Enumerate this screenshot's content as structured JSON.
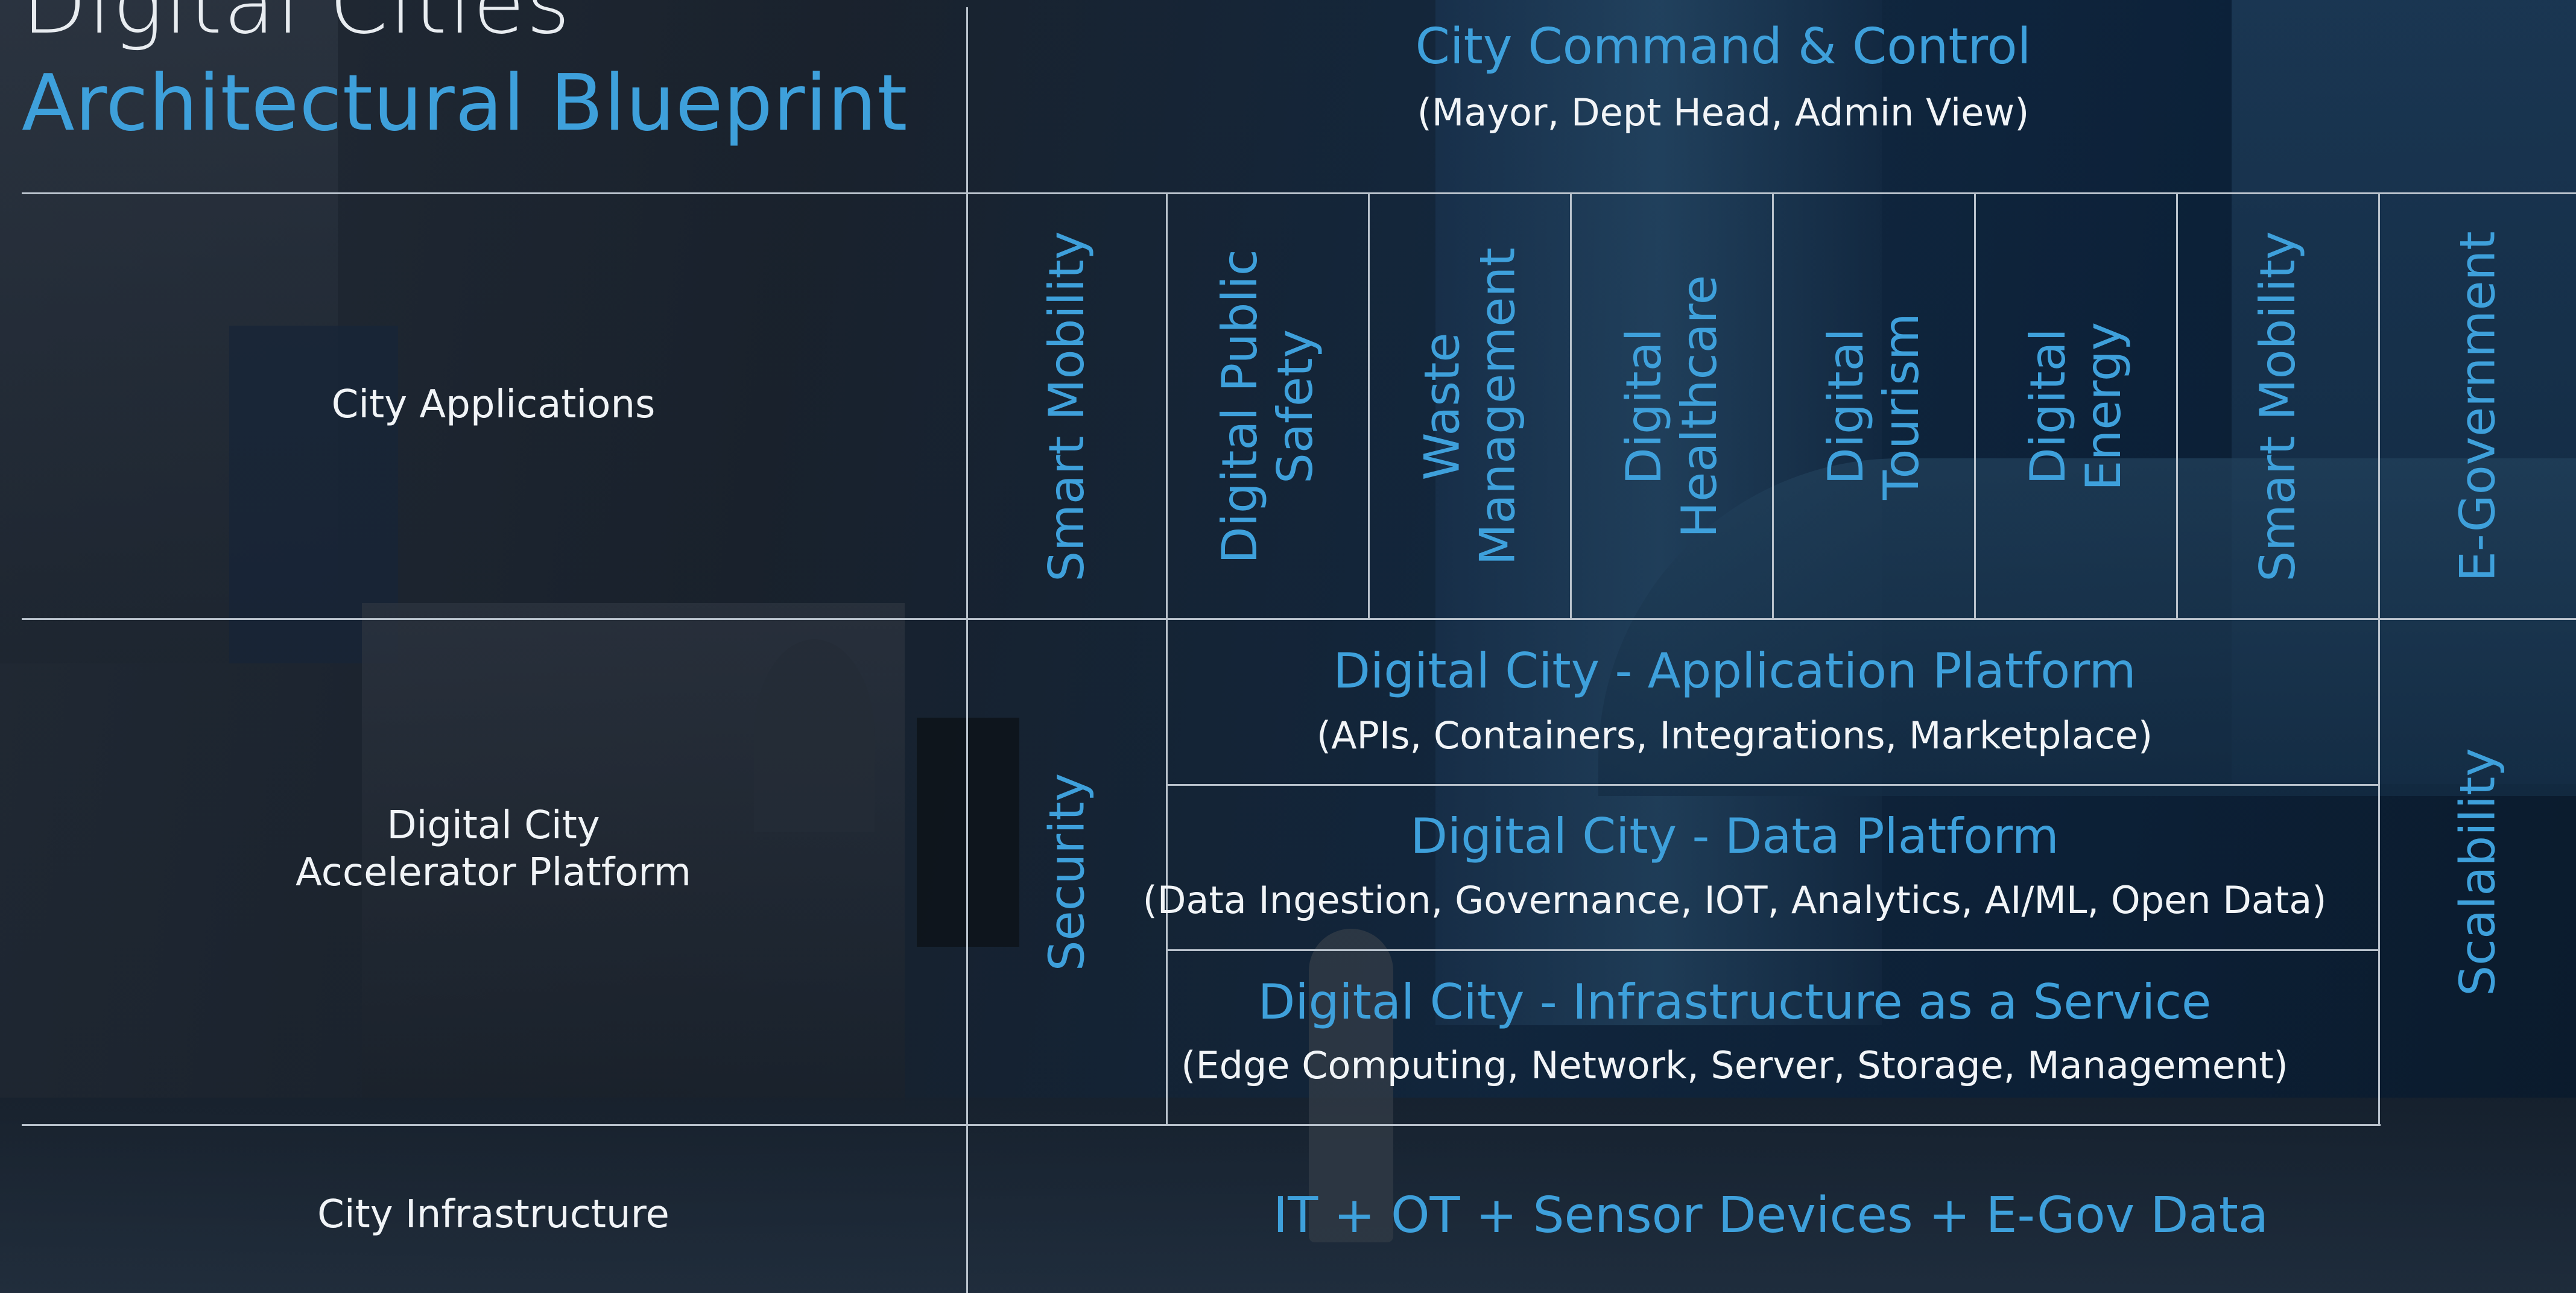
{
  "header": {
    "title_line1": "Digital Cities",
    "title_line2": "Architectural Blueprint"
  },
  "command": {
    "title": "City Command & Control",
    "subtitle": "(Mayor, Dept Head, Admin View)"
  },
  "rows": {
    "applications": "City Applications",
    "accelerator_line1": "Digital City",
    "accelerator_line2": "Accelerator Platform",
    "infrastructure": "City Infrastructure"
  },
  "applications": [
    {
      "line1": "Smart Mobility",
      "line2": ""
    },
    {
      "line1": "Digital Public",
      "line2": "Safety"
    },
    {
      "line1": "Waste",
      "line2": "Management"
    },
    {
      "line1": "Digital",
      "line2": "Healthcare"
    },
    {
      "line1": "Digital",
      "line2": "Tourism"
    },
    {
      "line1": "Digital",
      "line2": "Energy"
    },
    {
      "line1": "Smart Mobility",
      "line2": ""
    },
    {
      "line1": "E-Government",
      "line2": ""
    }
  ],
  "side_labels": {
    "security": "Security",
    "scalability": "Scalability"
  },
  "platforms": [
    {
      "title": "Digital City - Application Platform",
      "subtitle": "(APIs, Containers, Integrations, Marketplace)"
    },
    {
      "title": "Digital City - Data Platform",
      "subtitle": "(Data Ingestion, Governance, IOT, Analytics, AI/ML, Open Data)"
    },
    {
      "title": "Digital City - Infrastructure as a Service",
      "subtitle": "(Edge Computing, Network, Server, Storage, Management)"
    }
  ],
  "infrastructure": "IT + OT + Sensor Devices + E-Gov Data",
  "colors": {
    "accent": "#3ea0db",
    "text": "#f1f4f7",
    "lines": "#b9c2cc"
  }
}
